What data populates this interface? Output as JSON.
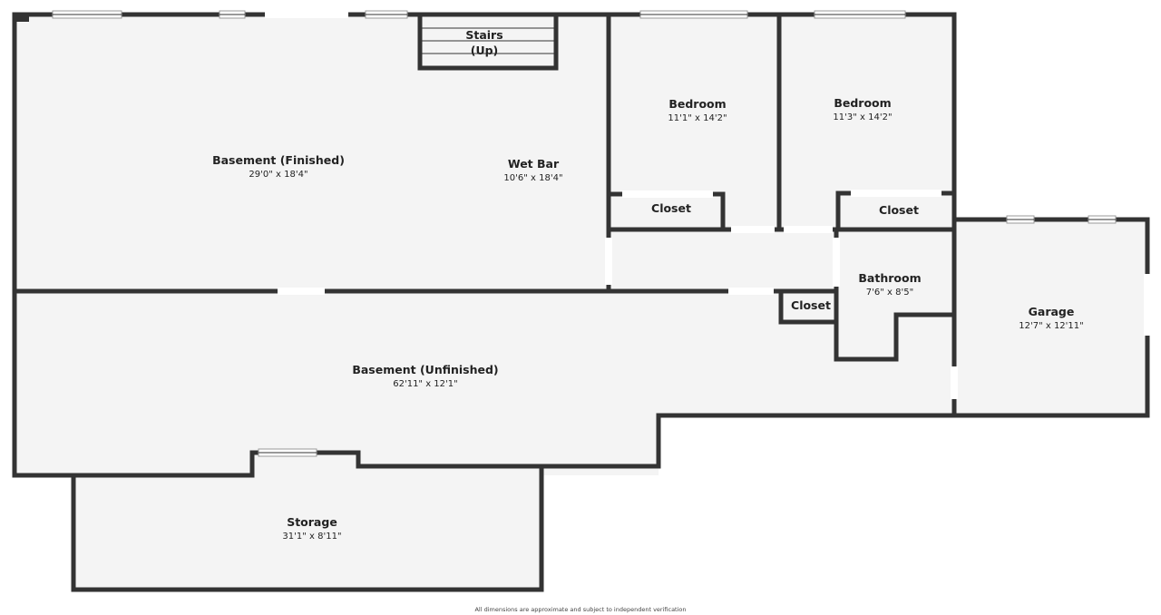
{
  "rooms": {
    "stairs": {
      "name": "Stairs",
      "sub": "(Up)"
    },
    "basement_finished": {
      "name": "Basement (Finished)",
      "dims": "29'0\" x 18'4\""
    },
    "wet_bar": {
      "name": "Wet Bar",
      "dims": "10'6\" x 18'4\""
    },
    "bedroom_1": {
      "name": "Bedroom",
      "dims": "11'1\" x 14'2\""
    },
    "bedroom_2": {
      "name": "Bedroom",
      "dims": "11'3\" x 14'2\""
    },
    "closet_1": {
      "name": "Closet"
    },
    "closet_2": {
      "name": "Closet"
    },
    "closet_3": {
      "name": "Closet"
    },
    "bathroom": {
      "name": "Bathroom",
      "dims": "7'6\" x 8'5\""
    },
    "garage": {
      "name": "Garage",
      "dims": "12'7\" x 12'11\""
    },
    "basement_unfinished": {
      "name": "Basement (Unfinished)",
      "dims": "62'11\" x 12'1\""
    },
    "storage": {
      "name": "Storage",
      "dims": "31'1\" x 8'11\""
    }
  },
  "footer": "All dimensions are approximate and subject to independent verification"
}
